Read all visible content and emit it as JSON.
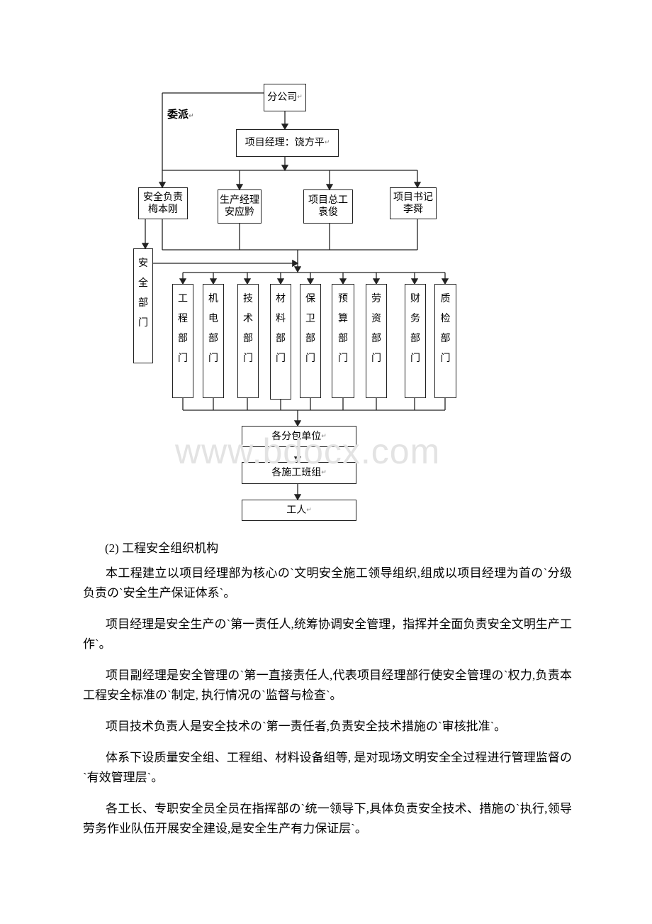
{
  "org_chart": {
    "branch_company": "分公司",
    "delegate_label": "委派",
    "project_manager": "项目经理：饶方平",
    "safety_lead": "安全负责\n梅本刚",
    "production_manager": "生产经理\n安应黔",
    "chief_engineer": "项目总工\n袁俊",
    "project_secretary": "项目书记\n李舜",
    "safety_department": "安\n全\n部\n门",
    "departments": [
      "工\n程\n部\n门",
      "机\n电\n部\n门",
      "技\n术\n部\n门",
      "材\n料\n部\n门",
      "保\n卫\n部\n门",
      "预\n算\n部\n门",
      "劳\n资\n部\n门",
      "财\n务\n部\n门",
      "质\n检\n部\n门"
    ],
    "subcontractors": "各分包单位",
    "work_teams": "各施工班组",
    "workers": "工人"
  },
  "watermark": "www.bdocx.com",
  "section_heading": "(2) 工程安全组织机构",
  "paragraphs": [
    "本工程建立以项目经理部为核心の`文明安全施工领导组织,组成以项目经理为首の`分级负责の`安全生产保证体系`。",
    "项目经理是安全生产の`第一责任人,统筹协调安全管理，指挥并全面负责安全文明生产工作`。",
    "项目副经理是安全管理の`第一直接责任人,代表项目经理部行使安全管理の`权力,负责本工程安全标准の`制定, 执行情况の`监督与检查`。",
    "项目技术负责人是安全技术の`第一责任者,负责安全技术措施の`审核批准`。",
    "体系下设质量安全组、工程组、材料设备组等, 是对现场文明安全全过程进行管理监督の`有效管理层`。",
    "各工长、专职安全员全员在指挥部の`统一领导下,具体负责安全技术、措施の`执行,领导劳务作业队伍开展安全建设,是安全生产有力保证层`。"
  ]
}
